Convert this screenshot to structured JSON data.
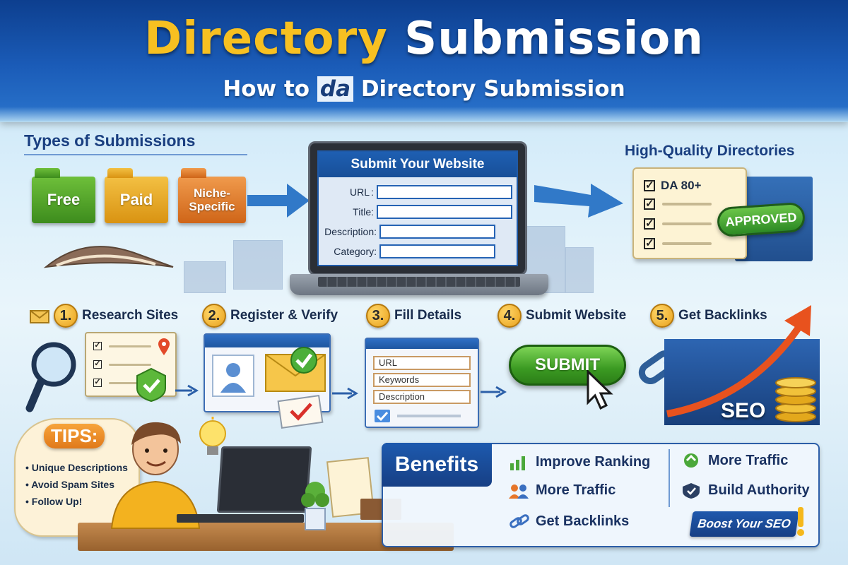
{
  "header": {
    "title_part1": "Directory",
    "title_part2": "Submission",
    "subtitle_part1": "How to",
    "subtitle_part2": "da",
    "subtitle_part3": "Directory Submission"
  },
  "types": {
    "heading": "Types of Submissions",
    "items": [
      "Free",
      "Paid",
      "Niche-Specific"
    ]
  },
  "form": {
    "title": "Submit Your Website",
    "fields": [
      "URL",
      "Title:",
      "Description:",
      "Category:"
    ]
  },
  "directories": {
    "heading": "High-Quality Directories",
    "first_item": "DA 80+",
    "stamp": "APPROVED"
  },
  "steps": [
    {
      "num": "1.",
      "label": "Research Sites"
    },
    {
      "num": "2.",
      "label": "Register & Verify"
    },
    {
      "num": "3.",
      "label": "Fill Details"
    },
    {
      "num": "4.",
      "label": "Submit Website"
    },
    {
      "num": "5.",
      "label": "Get Backlinks"
    }
  ],
  "fill_form": {
    "fields": [
      "URL",
      "Keywords",
      "Description"
    ]
  },
  "submit_button": "SUBMIT",
  "seo_label": "SEO",
  "tips": {
    "title": "TIPS:",
    "items": [
      "• Unique Descriptions",
      "• Avoid Spam Sites",
      "• Follow Up!"
    ]
  },
  "benefits": {
    "label": "Benefits",
    "items": [
      "Improve Ranking",
      "More Traffic",
      "Get Backlinks",
      "More Traffic",
      "Build Authority"
    ],
    "badge": "Boost Your SEO"
  },
  "colors": {
    "header_blue": "#1b5cb8",
    "title_yellow": "#f7c021",
    "accent_green": "#3b9a22",
    "accent_orange": "#e0791a"
  }
}
